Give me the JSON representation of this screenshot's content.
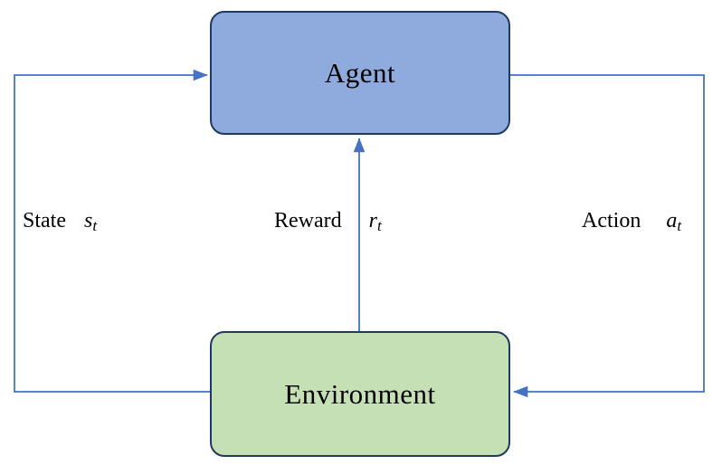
{
  "colors": {
    "agent_fill": "#8FAADC",
    "environment_fill": "#C5E0B4",
    "box_border": "#1F3864",
    "arrow": "#4472C4"
  },
  "nodes": {
    "agent": {
      "label": "Agent"
    },
    "environment": {
      "label": "Environment"
    }
  },
  "edges": {
    "state": {
      "label": "State",
      "symbol": "s",
      "subscript": "t"
    },
    "reward": {
      "label": "Reward",
      "symbol": "r",
      "subscript": "t"
    },
    "action": {
      "label": "Action",
      "symbol": "a",
      "subscript": "t"
    }
  }
}
